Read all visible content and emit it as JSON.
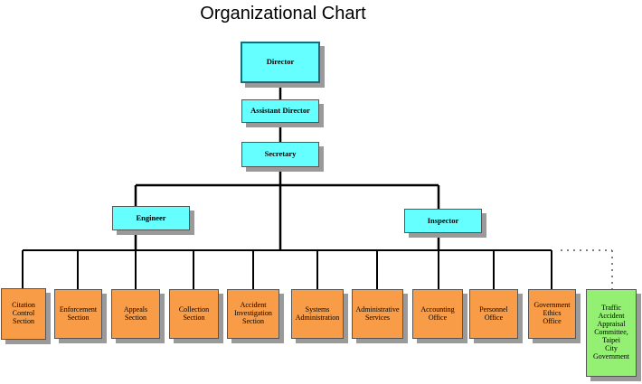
{
  "title": "Organizational Chart",
  "colors": {
    "management": "#66ffff",
    "section": "#f99c47",
    "committee": "#93f073",
    "shadow": "#9a9a9a"
  },
  "management": {
    "director": "Director",
    "assistant_director": "Assistant Director",
    "secretary": "Secretary",
    "engineer": "Engineer",
    "inspector": "Inspector"
  },
  "sections": [
    "Citation\nControl\nSection",
    "Enforcement\nSection",
    "Appeals\nSection",
    "Collection\nSection",
    "Accident\nInvestigation\nSection",
    "Systems\nAdministration",
    "Administrative\nServices",
    "Accounting\nOffice",
    "Personnel\nOffice",
    "Government\nEthics\nOffice"
  ],
  "committee": "Traffic\nAccident\nAppraisal\nCommittee,\nTaipei\nCity\nGovernment"
}
